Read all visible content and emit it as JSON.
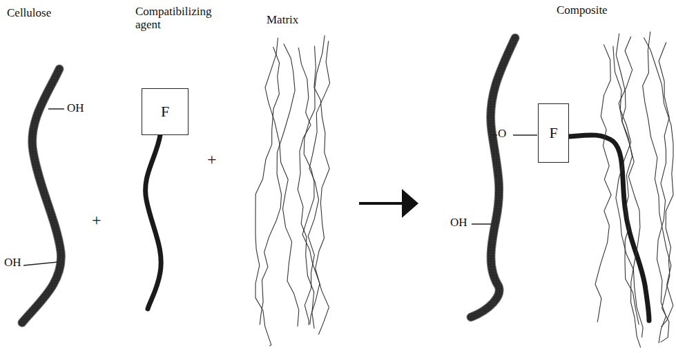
{
  "diagram": {
    "nodes": [
      {
        "text": [
          "F"
        ]
      },
      {
        "text": [
          "F"
        ]
      }
    ],
    "labels": [
      "Cellulose",
      "Compatibilizing agent",
      "Matrix",
      "Composite",
      "OH",
      "OH",
      "+",
      "+",
      "O",
      "OH"
    ]
  }
}
